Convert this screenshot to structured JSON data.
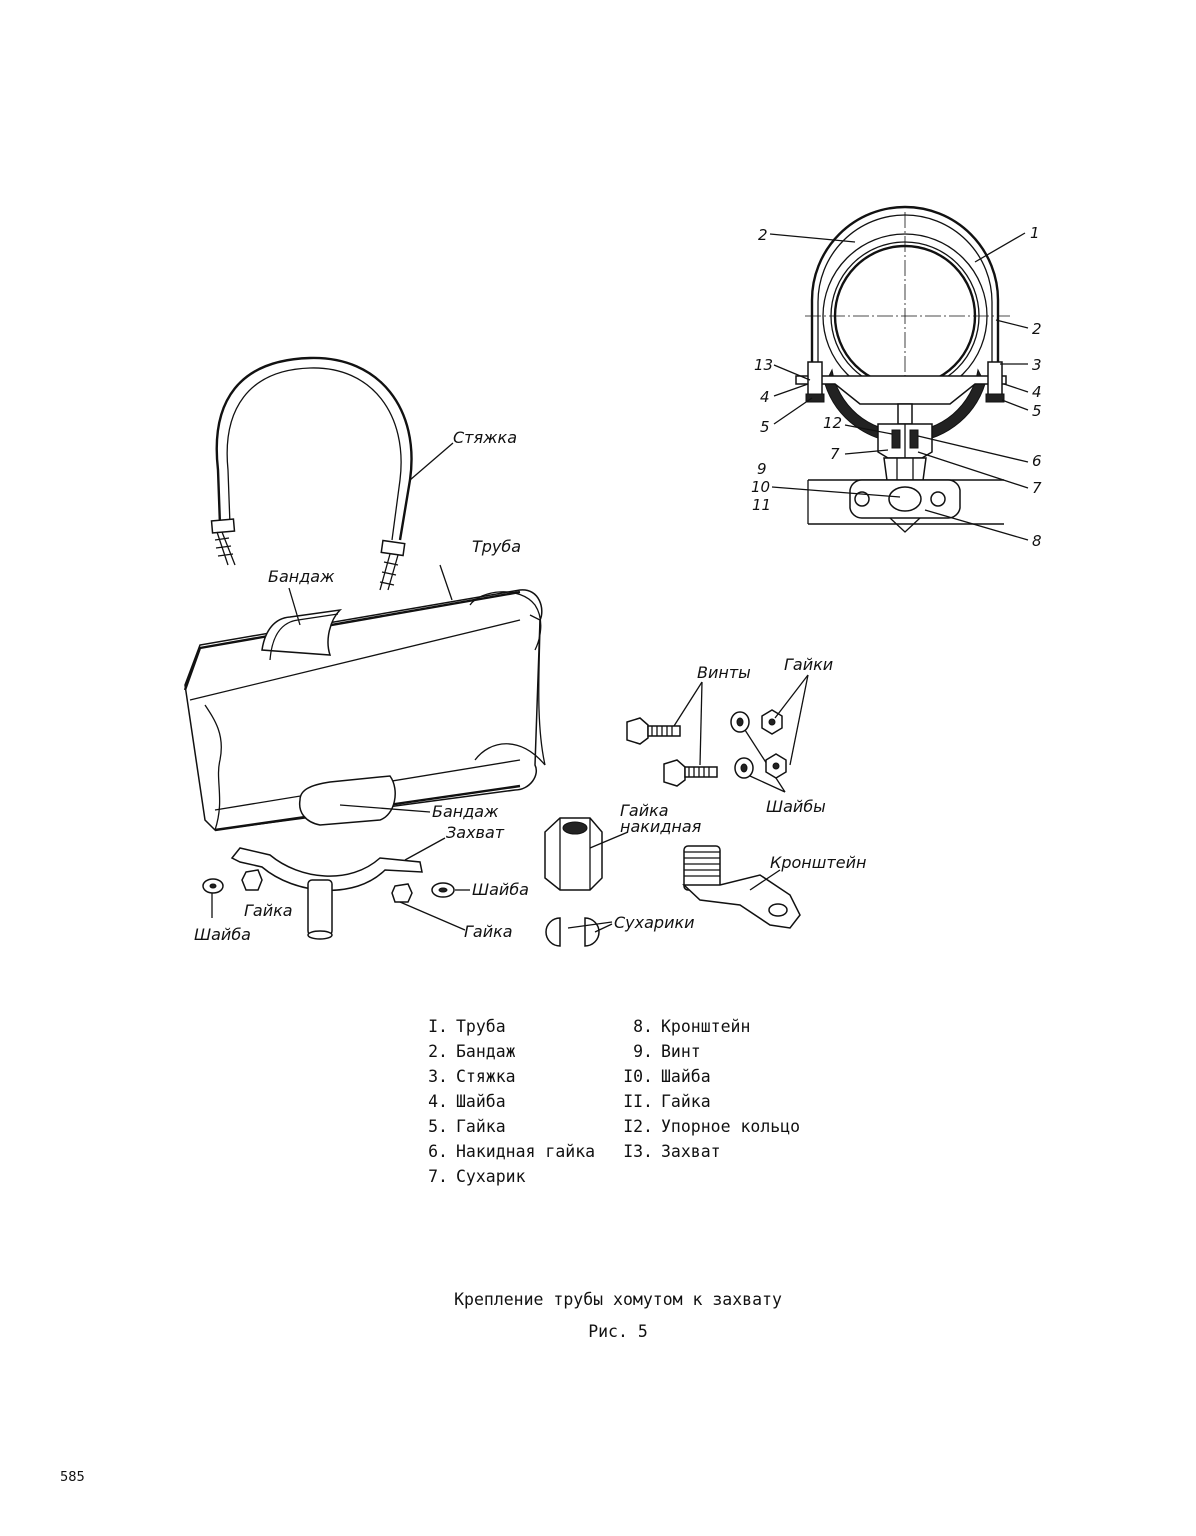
{
  "exploded_view": {
    "stjazhka": "Стяжка",
    "truba": "Труба",
    "bandazh_top": "Бандаж",
    "bandazh_bottom": "Бандаж",
    "zahvat": "Захват",
    "vinty": "Винты",
    "gaiki": "Гайки",
    "shaiby": "Шайбы",
    "gaika_nakidnaya_1": "Гайка",
    "gaika_nakidnaya_2": "накидная",
    "kronshtein": "Кронштейн",
    "suhariki": "Сухарики",
    "shaiba_left": "Шайба",
    "gaika_left": "Гайка",
    "shaiba_right": "Шайба",
    "gaika_right": "Гайка"
  },
  "section_view": {
    "callouts": {
      "c2_top": "2",
      "c1": "1",
      "c2_right": "2",
      "c3": "3",
      "c4_right": "4",
      "c5_right": "5",
      "c13": "13",
      "c4_left": "4",
      "c5_left": "5",
      "c12": "12",
      "c6": "6",
      "c7_left": "7",
      "c7_right": "7",
      "c9": "9",
      "c10": "10",
      "c11": "11",
      "c8": "8"
    }
  },
  "legend": {
    "left": [
      {
        "n": "I.",
        "label": "Труба"
      },
      {
        "n": "2.",
        "label": "Бандаж"
      },
      {
        "n": "3.",
        "label": "Стяжка"
      },
      {
        "n": "4.",
        "label": "Шайба"
      },
      {
        "n": "5.",
        "label": "Гайка"
      },
      {
        "n": "6.",
        "label": "Накидная гайка"
      },
      {
        "n": "7.",
        "label": "Сухарик"
      }
    ],
    "right": [
      {
        "n": "8.",
        "label": "Кронштейн"
      },
      {
        "n": "9.",
        "label": "Винт"
      },
      {
        "n": "I0.",
        "label": "Шайба"
      },
      {
        "n": "II.",
        "label": "Гайка"
      },
      {
        "n": "I2.",
        "label": "Упорное кольцо"
      },
      {
        "n": "I3.",
        "label": "Захват"
      }
    ]
  },
  "caption": "Крепление трубы хомутом к захвату",
  "figure": "Рис. 5",
  "page_number": "585"
}
